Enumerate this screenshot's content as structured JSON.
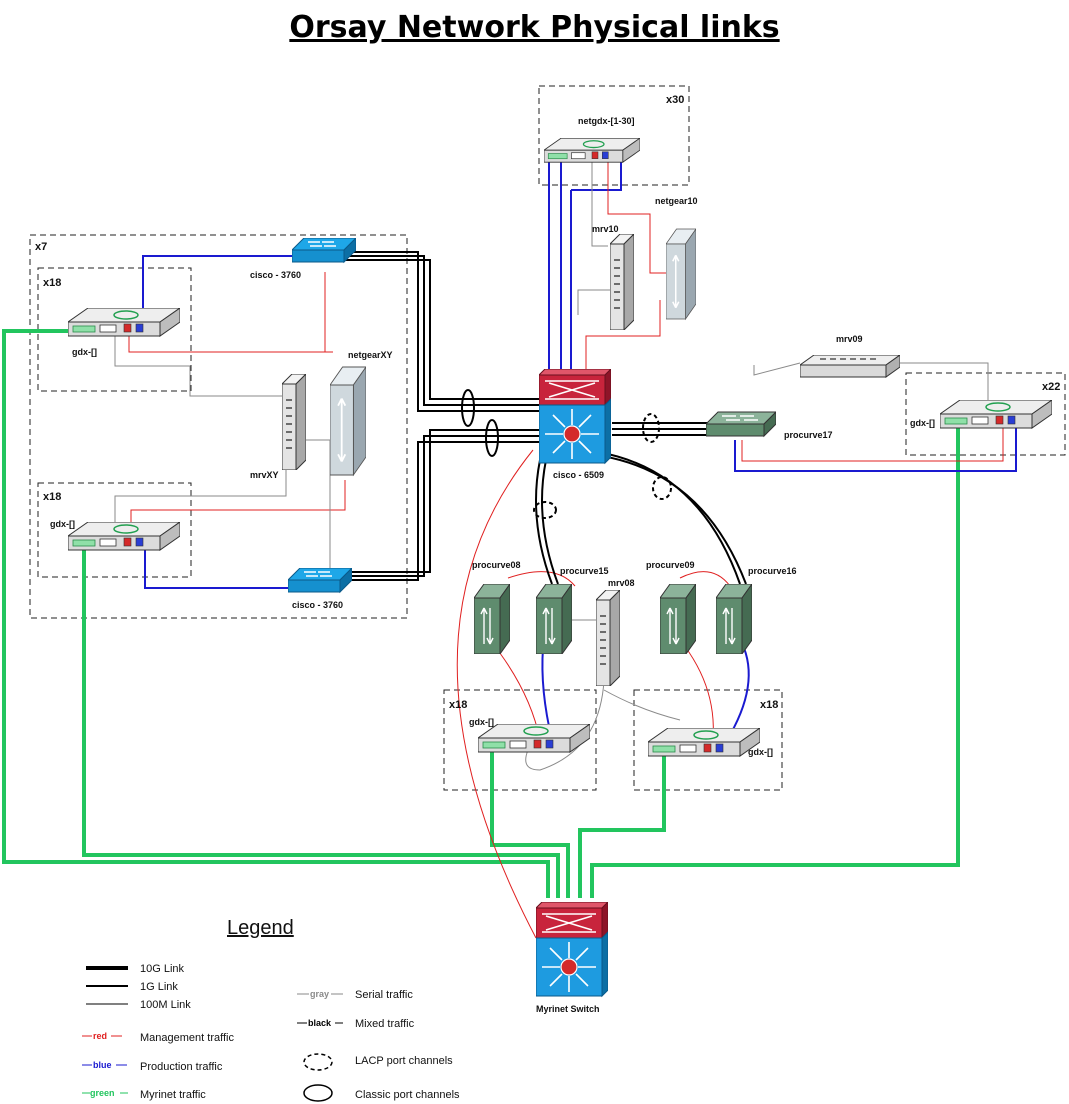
{
  "title": "Orsay Network Physical links",
  "groups": {
    "netgdx": "x30",
    "outer": "x7",
    "gdx_top": "x18",
    "gdx_bottom": "x18",
    "gdx_right": "x22",
    "gdx_mid_left": "x18",
    "gdx_mid_right": "x18"
  },
  "devices": {
    "netgdx": "netgdx-[1-30]",
    "netgear10": "netgear10",
    "mrv10": "mrv10",
    "cisco3760_top": "cisco - 3760",
    "cisco3760_bottom": "cisco - 3760",
    "gdx_top": "gdx-[]",
    "gdx_bottom": "gdx-[]",
    "gdx_right": "gdx-[]",
    "gdx_mid_left": "gdx-[]",
    "gdx_mid_right": "gdx-[]",
    "netgearXY": "netgearXY",
    "mrvXY": "mrvXY",
    "cisco6509": "cisco - 6509",
    "mrv09": "mrv09",
    "procurve17": "procurve17",
    "procurve08": "procurve08",
    "procurve15": "procurve15",
    "mrv08": "mrv08",
    "procurve09": "procurve09",
    "procurve16": "procurve16",
    "myrinet": "Myrinet Switch"
  },
  "legend": {
    "title": "Legend",
    "link_10g": "10G Link",
    "link_1g": "1G Link",
    "link_100m": "100M Link",
    "red_tag": "red",
    "red_label": "Management traffic",
    "blue_tag": "blue",
    "blue_label": "Production traffic",
    "green_tag": "green",
    "green_label": "Myrinet traffic",
    "gray_tag": "gray",
    "gray_label": "Serial traffic",
    "black_tag": "black",
    "black_label": "Mixed traffic",
    "lacp_label": "LACP port channels",
    "classic_label": "Classic port channels"
  },
  "colors": {
    "red": "#e02020",
    "blue": "#1a1ad0",
    "green": "#22c55e",
    "gray": "#8a8a8a",
    "black": "#000000",
    "cisco_blue": "#1e9be0",
    "procurve_green": "#5e8a6e",
    "switch_red": "#c8243c"
  }
}
